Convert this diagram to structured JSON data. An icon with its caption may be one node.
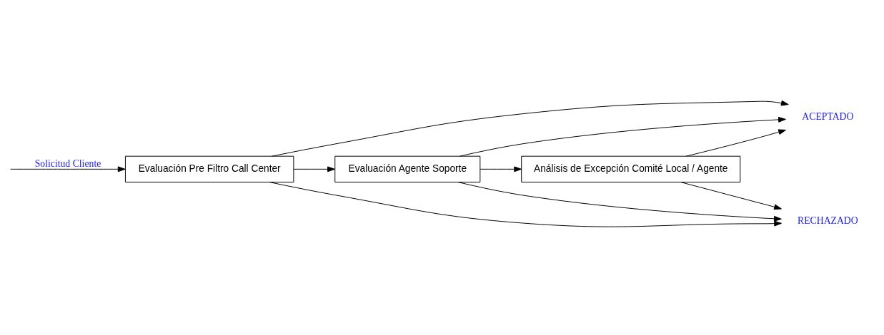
{
  "diagram": {
    "nodes": [
      {
        "text": [
          "Evaluación Pre Filtro Call Center"
        ]
      },
      {
        "text": [
          "Evaluación Agente Soporte"
        ]
      },
      {
        "text": [
          "Análisis de Excepción Comité Local / Agente"
        ]
      },
      {
        "text": [
          "ACEPTADO"
        ]
      },
      {
        "text": [
          "RECHAZADO"
        ]
      }
    ],
    "edges": [
      {
        "from": null,
        "to": 0,
        "arrow": "to",
        "label": "Solicitud Cliente"
      },
      {
        "from": 0,
        "to": 1,
        "arrow": "to"
      },
      {
        "from": 1,
        "to": 2,
        "arrow": "to"
      },
      {
        "from": 0,
        "to": 3,
        "arrow": "to"
      },
      {
        "from": 1,
        "to": 3,
        "arrow": "to"
      },
      {
        "from": 2,
        "to": 3,
        "arrow": "to"
      },
      {
        "from": 0,
        "to": 4,
        "arrow": "to"
      },
      {
        "from": 1,
        "to": 4,
        "arrow": "to"
      },
      {
        "from": 2,
        "to": 4,
        "arrow": "to"
      }
    ]
  }
}
